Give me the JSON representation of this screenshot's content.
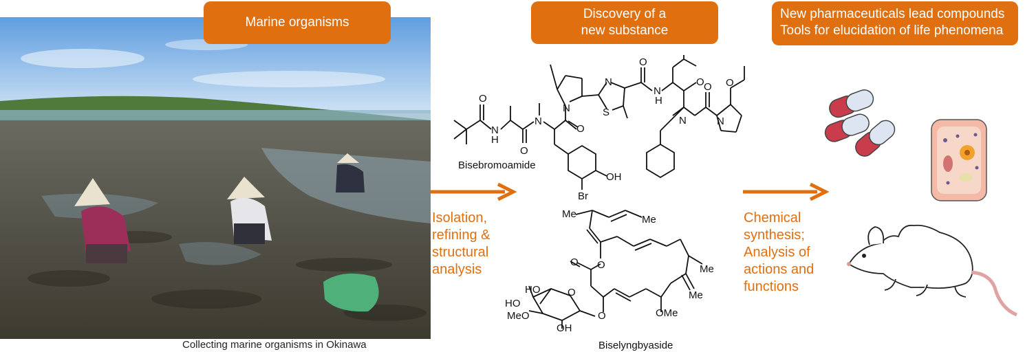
{
  "pills": {
    "marine": "Marine organisms",
    "discovery_line1": "Discovery of a",
    "discovery_line2": "new substance",
    "pharma_line1": "New pharmaceuticals lead compounds",
    "pharma_line2": "Tools for elucidation of life phenomena"
  },
  "photo_caption": "Collecting marine organisms in Okinawa",
  "steps": {
    "isolation": [
      "Isolation,",
      "refining &",
      "structural",
      "analysis"
    ],
    "synthesis": [
      "Chemical",
      "synthesis;",
      "Analysis of",
      "actions and",
      "functions"
    ]
  },
  "molecules": {
    "top_name": "Bisebromoamide",
    "bottom_name": "Biselyngbyaside",
    "atoms": {
      "H": "H",
      "N": "N",
      "O": "O",
      "S": "S",
      "Br": "Br",
      "OH": "OH",
      "Me": "Me",
      "OMe": "OMe",
      "HO": "HO",
      "MeO": "MeO"
    }
  },
  "colors": {
    "accent": "#e06f10"
  },
  "icons": [
    "capsule-icon",
    "cell-icon",
    "mouse-icon",
    "arrow-right-icon"
  ]
}
